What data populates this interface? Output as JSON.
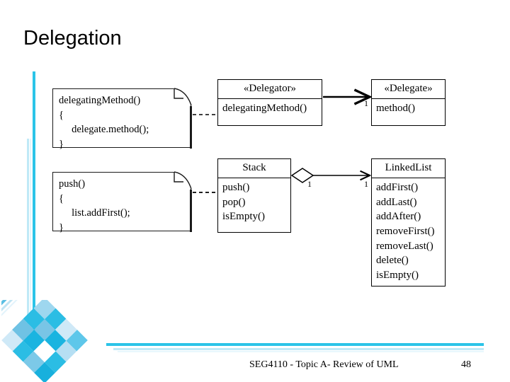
{
  "slide": {
    "title": "Delegation",
    "footer": {
      "text": "SEG4110 - Topic A-  Review of UML",
      "page_number": "48"
    }
  },
  "theme": {
    "accent_cyan": "#2bc4e8",
    "accent_cyan_light": "#bfe9f7",
    "accent_cyan_pale": "#e4f5fc",
    "diagram_line": "#000000",
    "background": "#ffffff"
  },
  "diagram": {
    "notes": [
      {
        "id": "note-delegating-method",
        "code": "delegatingMethod()\n{\n     delegate.method();\n}"
      },
      {
        "id": "note-push",
        "code": "push()\n{\n     list.addFirst();\n}"
      }
    ],
    "classes": [
      {
        "id": "class-delegator",
        "name": "«Delegator»",
        "operations": "delegatingMethod()"
      },
      {
        "id": "class-delegate",
        "name": "«Delegate»",
        "operations": "method()"
      },
      {
        "id": "class-stack",
        "name": "Stack",
        "operations": "push()\npop()\nisEmpty()"
      },
      {
        "id": "class-linkedlist",
        "name": "LinkedList",
        "operations": "addFirst()\naddLast()\naddAfter()\nremoveFirst()\nremoveLast()\ndelete()\nisEmpty()"
      }
    ],
    "multiplicities": {
      "delegate_target": "1",
      "stack_source": "1",
      "linkedlist_target": "1"
    },
    "associations": [
      {
        "id": "assoc-delegator-delegate",
        "from": "«Delegator»",
        "to": "«Delegate»",
        "style": "solid-arrow",
        "target_multiplicity": "1"
      },
      {
        "id": "assoc-stack-linkedlist",
        "from": "Stack",
        "to": "LinkedList",
        "style": "aggregation-arrow",
        "source_multiplicity": "1",
        "target_multiplicity": "1"
      }
    ],
    "anchors": [
      {
        "id": "anchor-note1-delegator",
        "style": "dashed"
      },
      {
        "id": "anchor-note2-stack",
        "style": "dashed"
      }
    ]
  }
}
